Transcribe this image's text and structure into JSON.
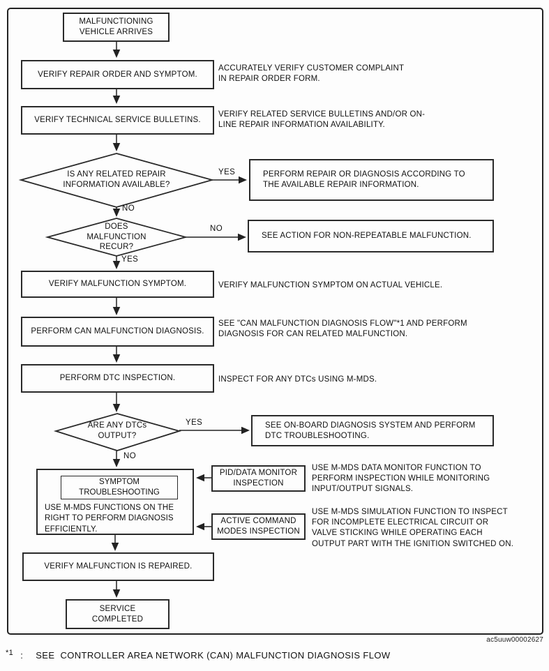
{
  "labels": {
    "yes": "YES",
    "no": "NO"
  },
  "nodes": {
    "start": "MALFUNCTIONING\nVEHICLE ARRIVES",
    "verify_repair_order": "VERIFY REPAIR ORDER AND SYMPTOM.",
    "verify_tsb": "VERIFY TECHNICAL SERVICE BULLETINS.",
    "decision_repair_info": "IS ANY RELATED REPAIR\nINFORMATION AVAILABLE?",
    "perform_repair": "PERFORM REPAIR OR DIAGNOSIS ACCORDING TO\nTHE AVAILABLE REPAIR INFORMATION.",
    "decision_recur": "DOES\nMALFUNCTION\nRECUR?",
    "see_action_non_repeatable": "SEE ACTION FOR NON-REPEATABLE MALFUNCTION.",
    "verify_symptom": "VERIFY MALFUNCTION SYMPTOM.",
    "perform_can_diagnosis": "PERFORM CAN MALFUNCTION DIAGNOSIS.",
    "perform_dtc_inspection": "PERFORM DTC INSPECTION.",
    "decision_dtc_output": "ARE ANY DTCs\nOUTPUT?",
    "see_onboard_diagnosis": "SEE ON-BOARD DIAGNOSIS SYSTEM AND PERFORM\nDTC TROUBLESHOOTING.",
    "symptom_troubleshooting_title": "SYMPTOM\nTROUBLESHOOTING",
    "symptom_troubleshooting_body": "USE M-MDS FUNCTIONS ON THE\nRIGHT TO PERFORM DIAGNOSIS\nEFFICIENTLY.",
    "pid_data_monitor": "PID/DATA MONITOR\nINSPECTION",
    "active_command_modes": "ACTIVE COMMAND\nMODES INSPECTION",
    "verify_repaired": "VERIFY MALFUNCTION IS REPAIRED.",
    "service_completed": "SERVICE\nCOMPLETED"
  },
  "annotations": {
    "repair_order": "ACCURATELY VERIFY CUSTOMER COMPLAINT\nIN REPAIR ORDER FORM.",
    "tsb": "VERIFY RELATED SERVICE BULLETINS AND/OR ON-\nLINE REPAIR INFORMATION AVAILABILITY.",
    "symptom": "VERIFY MALFUNCTION SYMPTOM ON ACTUAL VEHICLE.",
    "can": "SEE \"CAN MALFUNCTION DIAGNOSIS FLOW\"*1 AND PERFORM\nDIAGNOSIS FOR CAN RELATED MALFUNCTION.",
    "dtc": "INSPECT FOR ANY DTCs USING M-MDS.",
    "pid": "USE M-MDS DATA MONITOR FUNCTION TO\nPERFORM INSPECTION WHILE MONITORING\nINPUT/OUTPUT SIGNALS.",
    "active": "USE M-MDS SIMULATION FUNCTION TO INSPECT\nFOR INCOMPLETE ELECTRICAL CIRCUIT OR\nVALVE STICKING WHILE OPERATING EACH\nOUTPUT PART WITH THE IGNITION SWITCHED ON."
  },
  "footnote": {
    "marker": "*1",
    "colon": ":",
    "text": "SEE  CONTROLLER AREA NETWORK (CAN) MALFUNCTION DIAGNOSIS FLOW"
  },
  "figure_id": "ac5uuw00002627",
  "colors": {
    "ink": "#222222",
    "paper": "#fdfdfd"
  }
}
